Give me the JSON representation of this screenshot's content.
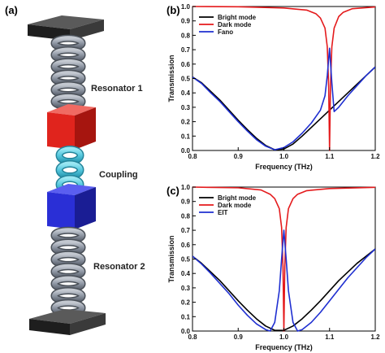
{
  "panels": {
    "a": "(a)",
    "b": "(b)",
    "c": "(c)"
  },
  "model": {
    "resonator1": "Resonator 1",
    "coupling": "Coupling",
    "resonator2": "Resonator 2",
    "colors": {
      "plate": "#2b2b2b",
      "spring": "#8e96a3",
      "coupling_spring": "#55c8de",
      "block1": "#e0241d",
      "block2": "#2a2fd6"
    }
  },
  "chart_data": [
    {
      "panel": "(b)",
      "type": "line",
      "xlabel": "Frequency (THz)",
      "ylabel": "Transmission",
      "xlim": [
        0.8,
        1.2
      ],
      "ylim": [
        0.0,
        1.0
      ],
      "xticks": [
        "0.8",
        "0.9",
        "1.0",
        "1.1",
        "1.2"
      ],
      "yticks": [
        "0.0",
        "0.1",
        "0.2",
        "0.3",
        "0.4",
        "0.5",
        "0.6",
        "0.7",
        "0.8",
        "0.9",
        "1.0"
      ],
      "legend_position": "top-left",
      "series": [
        {
          "name": "Bright mode",
          "color": "#000000",
          "x": [
            0.8,
            0.82,
            0.84,
            0.86,
            0.88,
            0.9,
            0.92,
            0.94,
            0.96,
            0.98,
            1.0,
            1.02,
            1.04,
            1.06,
            1.08,
            1.1,
            1.12,
            1.14,
            1.16,
            1.18,
            1.2
          ],
          "y": [
            0.51,
            0.47,
            0.41,
            0.35,
            0.28,
            0.21,
            0.145,
            0.085,
            0.035,
            0.005,
            0.01,
            0.045,
            0.1,
            0.16,
            0.22,
            0.28,
            0.34,
            0.4,
            0.46,
            0.52,
            0.58
          ]
        },
        {
          "name": "Dark mode",
          "color": "#e41a1c",
          "x": [
            0.8,
            0.9,
            1.0,
            1.05,
            1.07,
            1.08,
            1.09,
            1.095,
            1.098,
            1.1,
            1.102,
            1.105,
            1.11,
            1.12,
            1.13,
            1.15,
            1.2
          ],
          "y": [
            1.0,
            0.998,
            0.99,
            0.975,
            0.95,
            0.92,
            0.85,
            0.72,
            0.45,
            0.0,
            0.45,
            0.72,
            0.85,
            0.93,
            0.96,
            0.985,
            0.997
          ]
        },
        {
          "name": "Fano",
          "color": "#1f2fd1",
          "x": [
            0.8,
            0.82,
            0.84,
            0.86,
            0.88,
            0.9,
            0.92,
            0.94,
            0.96,
            0.98,
            1.0,
            1.02,
            1.04,
            1.06,
            1.08,
            1.09,
            1.095,
            1.1,
            1.105,
            1.11,
            1.12,
            1.14,
            1.16,
            1.18,
            1.2
          ],
          "y": [
            0.51,
            0.465,
            0.4,
            0.34,
            0.27,
            0.2,
            0.135,
            0.075,
            0.03,
            0.005,
            0.02,
            0.06,
            0.12,
            0.19,
            0.28,
            0.38,
            0.52,
            0.71,
            0.47,
            0.27,
            0.3,
            0.38,
            0.45,
            0.52,
            0.58
          ]
        }
      ]
    },
    {
      "panel": "(c)",
      "type": "line",
      "xlabel": "Frequency (THz)",
      "ylabel": "Transmission",
      "xlim": [
        0.8,
        1.2
      ],
      "ylim": [
        0.0,
        1.0
      ],
      "xticks": [
        "0.8",
        "0.9",
        "1.0",
        "1.1",
        "1.2"
      ],
      "yticks": [
        "0.0",
        "0.1",
        "0.2",
        "0.3",
        "0.4",
        "0.5",
        "0.6",
        "0.7",
        "0.8",
        "0.9",
        "1.0"
      ],
      "legend_position": "top-left",
      "series": [
        {
          "name": "Bright mode",
          "color": "#000000",
          "x": [
            0.8,
            0.82,
            0.84,
            0.86,
            0.88,
            0.9,
            0.92,
            0.94,
            0.96,
            0.98,
            1.0,
            1.02,
            1.04,
            1.06,
            1.08,
            1.1,
            1.12,
            1.14,
            1.16,
            1.18,
            1.2
          ],
          "y": [
            0.52,
            0.47,
            0.41,
            0.35,
            0.28,
            0.21,
            0.145,
            0.085,
            0.035,
            0.005,
            0.005,
            0.035,
            0.085,
            0.145,
            0.21,
            0.28,
            0.35,
            0.41,
            0.47,
            0.52,
            0.57
          ]
        },
        {
          "name": "Dark mode",
          "color": "#e41a1c",
          "x": [
            0.8,
            0.9,
            0.95,
            0.97,
            0.98,
            0.99,
            0.995,
            0.998,
            1.0,
            1.002,
            1.005,
            1.01,
            1.02,
            1.03,
            1.05,
            1.1,
            1.2
          ],
          "y": [
            1.0,
            0.995,
            0.98,
            0.95,
            0.92,
            0.85,
            0.72,
            0.45,
            0.0,
            0.45,
            0.72,
            0.85,
            0.92,
            0.95,
            0.975,
            0.99,
            0.998
          ]
        },
        {
          "name": "EIT",
          "color": "#1f2fd1",
          "x": [
            0.8,
            0.82,
            0.84,
            0.86,
            0.88,
            0.9,
            0.92,
            0.94,
            0.96,
            0.97,
            0.98,
            0.99,
            0.995,
            1.0,
            1.005,
            1.01,
            1.02,
            1.03,
            1.04,
            1.06,
            1.08,
            1.1,
            1.12,
            1.14,
            1.16,
            1.18,
            1.2
          ],
          "y": [
            0.52,
            0.465,
            0.4,
            0.33,
            0.26,
            0.18,
            0.11,
            0.05,
            0.01,
            0.0,
            0.06,
            0.28,
            0.5,
            0.7,
            0.5,
            0.28,
            0.06,
            0.0,
            0.01,
            0.06,
            0.13,
            0.21,
            0.29,
            0.37,
            0.44,
            0.51,
            0.57
          ]
        }
      ]
    }
  ]
}
